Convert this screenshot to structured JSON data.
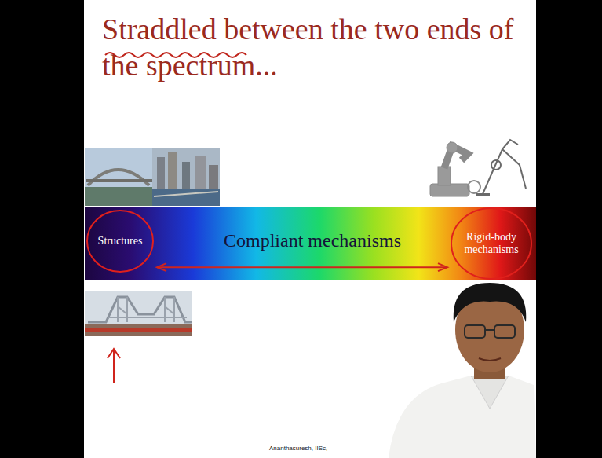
{
  "diagram": {
    "title": "Straddled between the two ends of the spectrum...",
    "nodes": [
      {
        "text": [
          "Compliant mechanisms"
        ]
      },
      {
        "text": [
          "Structures"
        ],
        "in": 0
      },
      {
        "text": [
          "Rigid-body mechanisms"
        ],
        "in": 0
      }
    ],
    "edges": [
      {
        "from": 1,
        "to": 2,
        "arrow": "both"
      }
    ],
    "labels": [
      "Ananthasuresh, IISc,"
    ]
  }
}
